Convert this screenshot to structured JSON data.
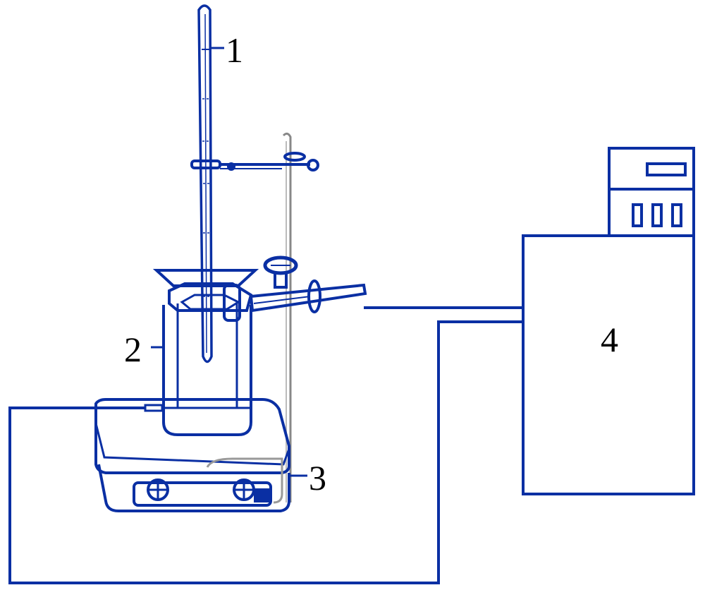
{
  "labels": {
    "thermometer": "1",
    "beaker": "2",
    "stirrer": "3",
    "bath": "4"
  },
  "colors": {
    "line": "#0a2fa3",
    "stand": "#888888",
    "label": "#000000"
  },
  "icons": [
    "thermometer-icon",
    "beaker-icon",
    "magnetic-stirrer-icon",
    "thermostatic-bath-icon",
    "support-stand-icon"
  ]
}
